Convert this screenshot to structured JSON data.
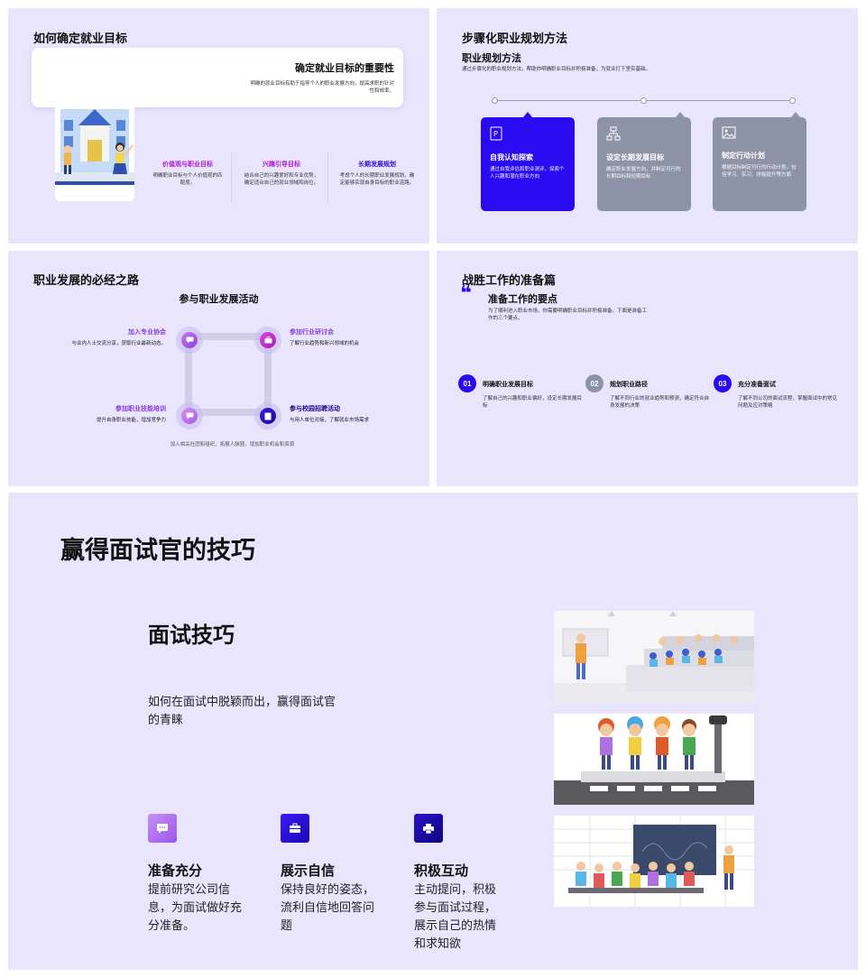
{
  "slide1": {
    "title": "如何确定就业目标",
    "card_title": "确定就业目标的重要性",
    "card_desc": "明确的就业目标有助于指导个人的职业发展方向，提高求职的针对性和效率。",
    "items": [
      {
        "title": "价值观与职业目标",
        "desc": "明确职业目标与个人价值观的匹配度。",
        "color": "#b01ad6"
      },
      {
        "title": "兴趣引导目标",
        "desc": "结合自己的兴趣爱好和专业优势，确定适合自己的就业领域和岗位。",
        "color": "#b01ad6"
      },
      {
        "title": "长期发展规划",
        "desc": "考虑个人的长期职业发展规划，确定能够实现自身目标的职业道路。",
        "color": "#2a10d8"
      }
    ]
  },
  "slide2": {
    "title": "步骤化职业规划方法",
    "subtitle": "职业规划方法",
    "desc": "通过步骤化的职业规划方法，帮助你明确职业目标并积极准备，为就业打下坚实基础。",
    "steps": [
      {
        "icon": "document-p-icon",
        "title": "自我认知探索",
        "desc": "通过自我评估和职业测评，探索个人兴趣和潜在职业方向",
        "color": "#2a0af0"
      },
      {
        "icon": "sitemap-icon",
        "title": "设定长期发展目标",
        "desc": "确定职业发展方向，并制定可行的长期目标和短期目标",
        "color": "#8e94a8"
      },
      {
        "icon": "image-icon",
        "title": "制定行动计划",
        "desc": "根据目标制定可行的行动计划，包括学习、实习、技能提升等方面",
        "color": "#8e94a8"
      }
    ]
  },
  "slide3": {
    "title": "职业发展的必经之路",
    "subtitle": "参与职业发展活动",
    "items": [
      {
        "title": "加入专业协会",
        "desc": "与业内人士交流分享，获取行业最新动态。"
      },
      {
        "title": "参加行业研讨会",
        "desc": "了解行业趋势和新兴领域的机会"
      },
      {
        "title": "参加职业技能培训",
        "desc": "提升自身职业技能，增加竞争力"
      },
      {
        "title": "参与校园招聘活动",
        "desc": "与用人单位对接，了解就业市场需求"
      }
    ],
    "footer": "加入相关社团和组织，拓展人脉圈，增加职业机会和资源"
  },
  "slide4": {
    "title": "战胜工作的准备篇",
    "quote_mark": "❝",
    "heading": "准备工作的要点",
    "desc": "为了顺利进入职业市场，你需要明确职业目标并积极准备。下面是准备工作的三个要点。",
    "points": [
      {
        "num": "01",
        "title": "明确职业发展目标",
        "desc": "了解自己的兴趣和职业偏好，设定长期发展目标",
        "color": "#2a0af0"
      },
      {
        "num": "02",
        "title": "规划职业路径",
        "desc": "了解不同行业的就业趋势和预测，确定符合自身发展的决策",
        "color": "#8e94a8"
      },
      {
        "num": "03",
        "title": "充分准备面试",
        "desc": "了解不同公司的面试流程，掌握面试中的常见问题及应对策略",
        "color": "#2a0af0"
      }
    ]
  },
  "slide5": {
    "title": "赢得面试官的技巧",
    "subtitle": "面试技巧",
    "desc": "如何在面试中脱颖而出，赢得面试官的青睐",
    "features": [
      {
        "icon": "chat-bubble-icon",
        "title": "准备充分",
        "desc": "提前研究公司信息，为面试做好充分准备。",
        "color": "#b86cf0"
      },
      {
        "icon": "briefcase-icon",
        "title": "展示自信",
        "desc": "保持良好的姿态，流利自信地回答问题",
        "color": "#2a0af0"
      },
      {
        "icon": "printer-icon",
        "title": "积极互动",
        "desc": "主动提问，积极参与面试过程，展示自己的热情和求知欲",
        "color": "#1a0ab8"
      }
    ]
  }
}
